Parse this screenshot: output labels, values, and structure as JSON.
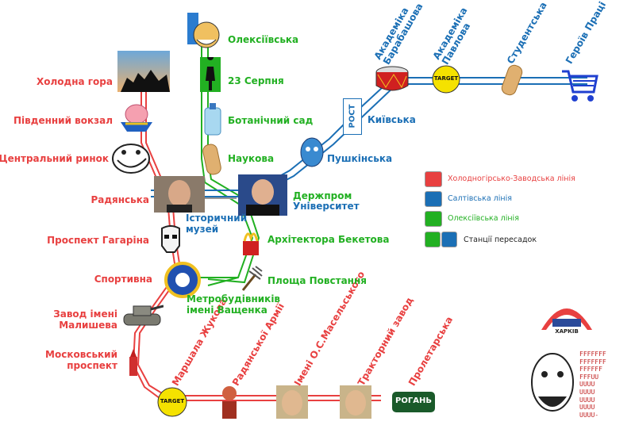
{
  "colors": {
    "red": "#e84040",
    "blue": "#1b6fb5",
    "green": "#22b022"
  },
  "red_stations": [
    "Холодна гора",
    "Південний вокзал",
    "Центральний ринок",
    "Радянська",
    "Проспект Гагаріна",
    "Спортивна",
    "Завод імені Малишева",
    "Московський проспект",
    "Маршала Жукова",
    "Радянської Армії",
    "Імені О.С.Масельського",
    "Тракторний завод",
    "Пролетарська"
  ],
  "red_line2": {
    "maly": "Завод імені",
    "maly2": "Малишева",
    "mosk": "Московський",
    "mosk2": "проспект"
  },
  "green_stations": [
    "Олексіївська",
    "23 Серпня",
    "Ботанічний сад",
    "Наукова",
    "Держпром",
    "Архітектора Бекетова",
    "Площа Повстання",
    "Метробудівників",
    "імені Ващенка"
  ],
  "blue_stations": [
    "Університет",
    "Пушкінська",
    "Київська",
    "Академіка Барабашова",
    "Академіка Павлова",
    "Студентська",
    "Героїв Праці"
  ],
  "transfer": {
    "istor": "Історичний",
    "muzei": "музей"
  },
  "rotated_blue": {
    "barabash1": "Академіка",
    "barabash2": "Барабашова",
    "pavlov1": "Академіка",
    "pavlov2": "Павлова"
  },
  "legend": [
    {
      "text": "Холодногірсько-Заводська лінія",
      "color": "#e84040",
      "swatch": "red-square"
    },
    {
      "text": "Салтівська лінія",
      "color": "#1b6fb5",
      "swatch": "blue-square"
    },
    {
      "text": "Олексіївська лінія",
      "color": "#22b022",
      "swatch": "green-square"
    },
    {
      "text": "Станції пересадок",
      "color": "#222222",
      "swatch": "green-blue-squares"
    }
  ],
  "target_label": "TARGET",
  "rost_label": "РОСТ",
  "rogan_label": "РОГАНЬ",
  "metro_logo": {
    "letter": "М",
    "caption": "ХАРКІВ"
  },
  "rage_text": [
    "FFFFFFF",
    "FFFFFFF",
    "FFFFFF",
    "FFFUU",
    "UUUU",
    "UUUU",
    "UUUU",
    "UUUU",
    "UUUU-"
  ]
}
